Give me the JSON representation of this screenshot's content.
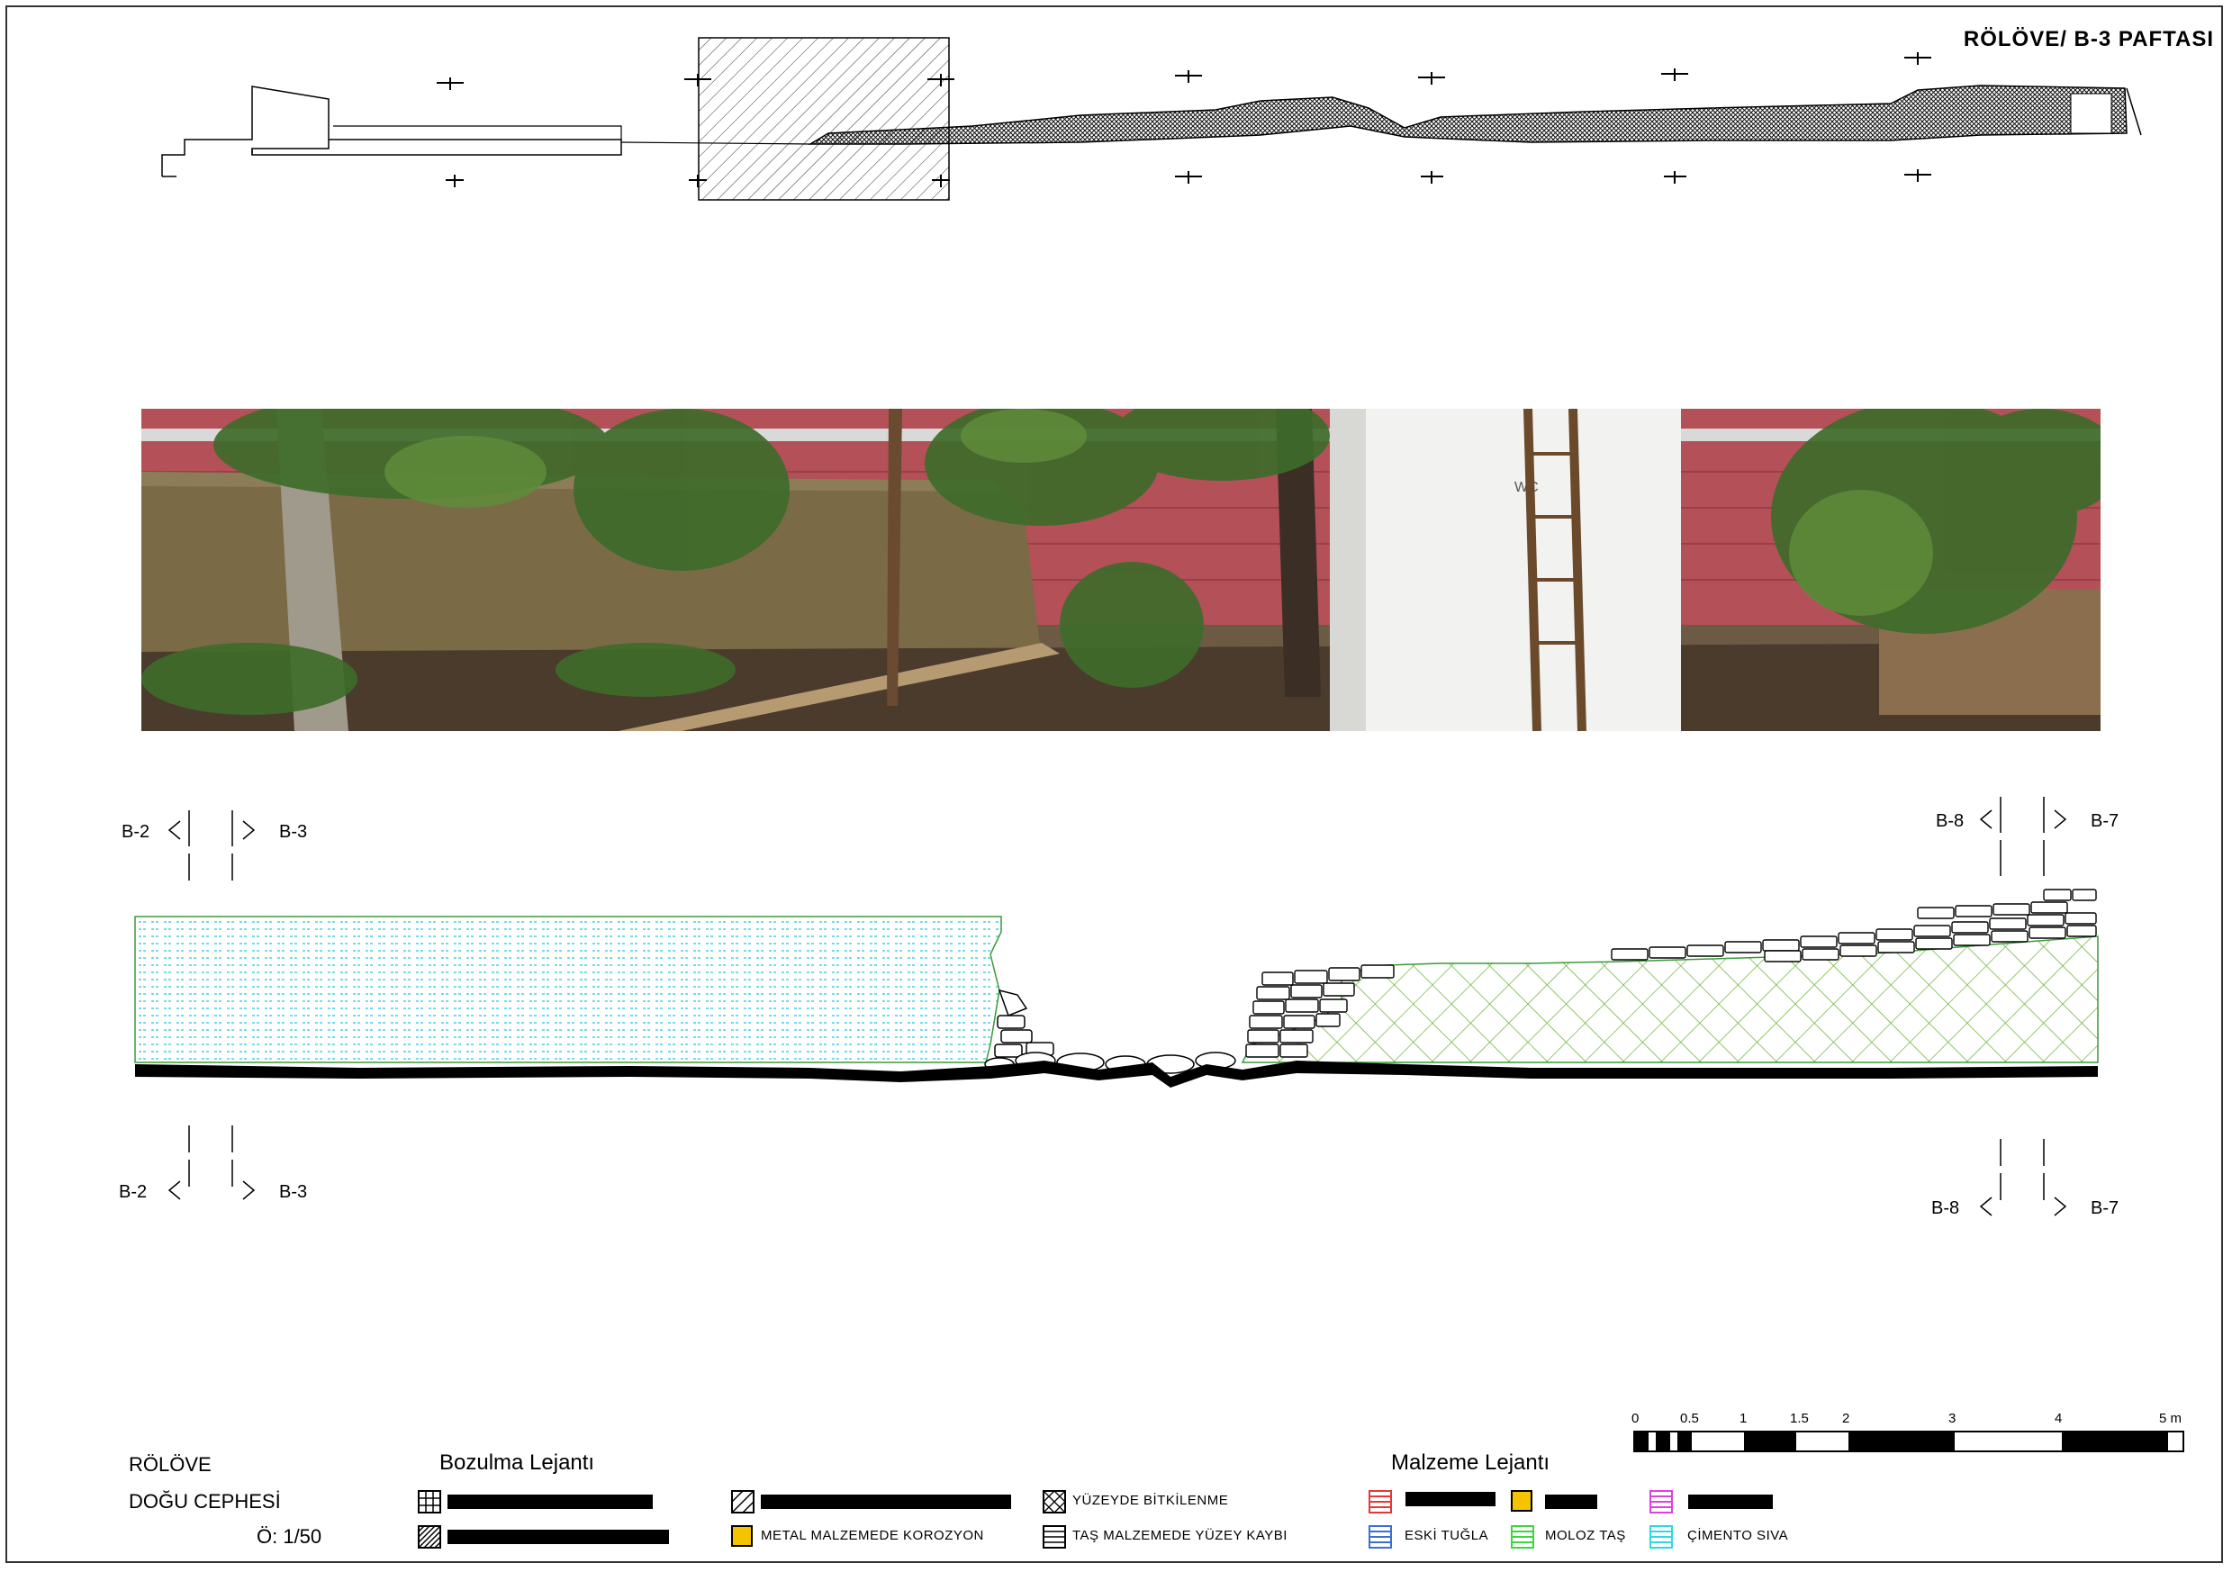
{
  "sheet": {
    "title": "RÖLÖVE/ B-3 PAFTASI"
  },
  "section_marks": {
    "left_top": {
      "a": "B-2",
      "b": "B-3"
    },
    "left_bottom": {
      "a": "B-2",
      "b": "B-3"
    },
    "right_top": {
      "a": "B-8",
      "b": "B-7"
    },
    "right_bottom": {
      "a": "B-8",
      "b": "B-7"
    }
  },
  "photo": {
    "sign_text": "WC"
  },
  "title_block": {
    "line1": "RÖLÖVE",
    "line2": "DOĞU CEPHESİ",
    "scale": "Ö: 1/50"
  },
  "legend_deterioration": {
    "title": "Bozulma Lejantı",
    "items": [
      {
        "label": "",
        "icon": "grid-hatch-swatch"
      },
      {
        "label": "",
        "icon": "dense-hatch-swatch"
      },
      {
        "label": "",
        "icon": "diagonal-hatch-swatch"
      },
      {
        "label": "METAL MALZEMEDE KOROZYON",
        "icon": "yellow-swatch",
        "color": "#f5c400"
      },
      {
        "label": "YÜZEYDE BİTKİLENME",
        "icon": "cross-hatch-swatch"
      },
      {
        "label": "TAŞ MALZEMEDE YÜZEY KAYBI",
        "icon": "horizontal-hatch-swatch"
      }
    ]
  },
  "legend_material": {
    "title": "Malzeme Lejantı",
    "items": [
      {
        "label": "",
        "color": "#e53935"
      },
      {
        "label": "",
        "color": "#f5c400"
      },
      {
        "label": "",
        "color": "#e040e0"
      },
      {
        "label": "ESKİ TUĞLA",
        "color": "#3a6fd8"
      },
      {
        "label": "MOLOZ TAŞ",
        "color": "#3dd63d"
      },
      {
        "label": "ÇİMENTO SIVA",
        "color": "#2fd8e0"
      }
    ]
  },
  "scale_bar": {
    "ticks": [
      "0",
      "0.5",
      "1",
      "1.5",
      "2",
      "3",
      "4",
      "5 m"
    ]
  },
  "colors": {
    "cement_plaster": "#9ee6ec",
    "rubble_stone": "#7cc23a",
    "ground": "#000000",
    "wall_paint": "#b45058",
    "foliage": "#3e6b2a"
  }
}
